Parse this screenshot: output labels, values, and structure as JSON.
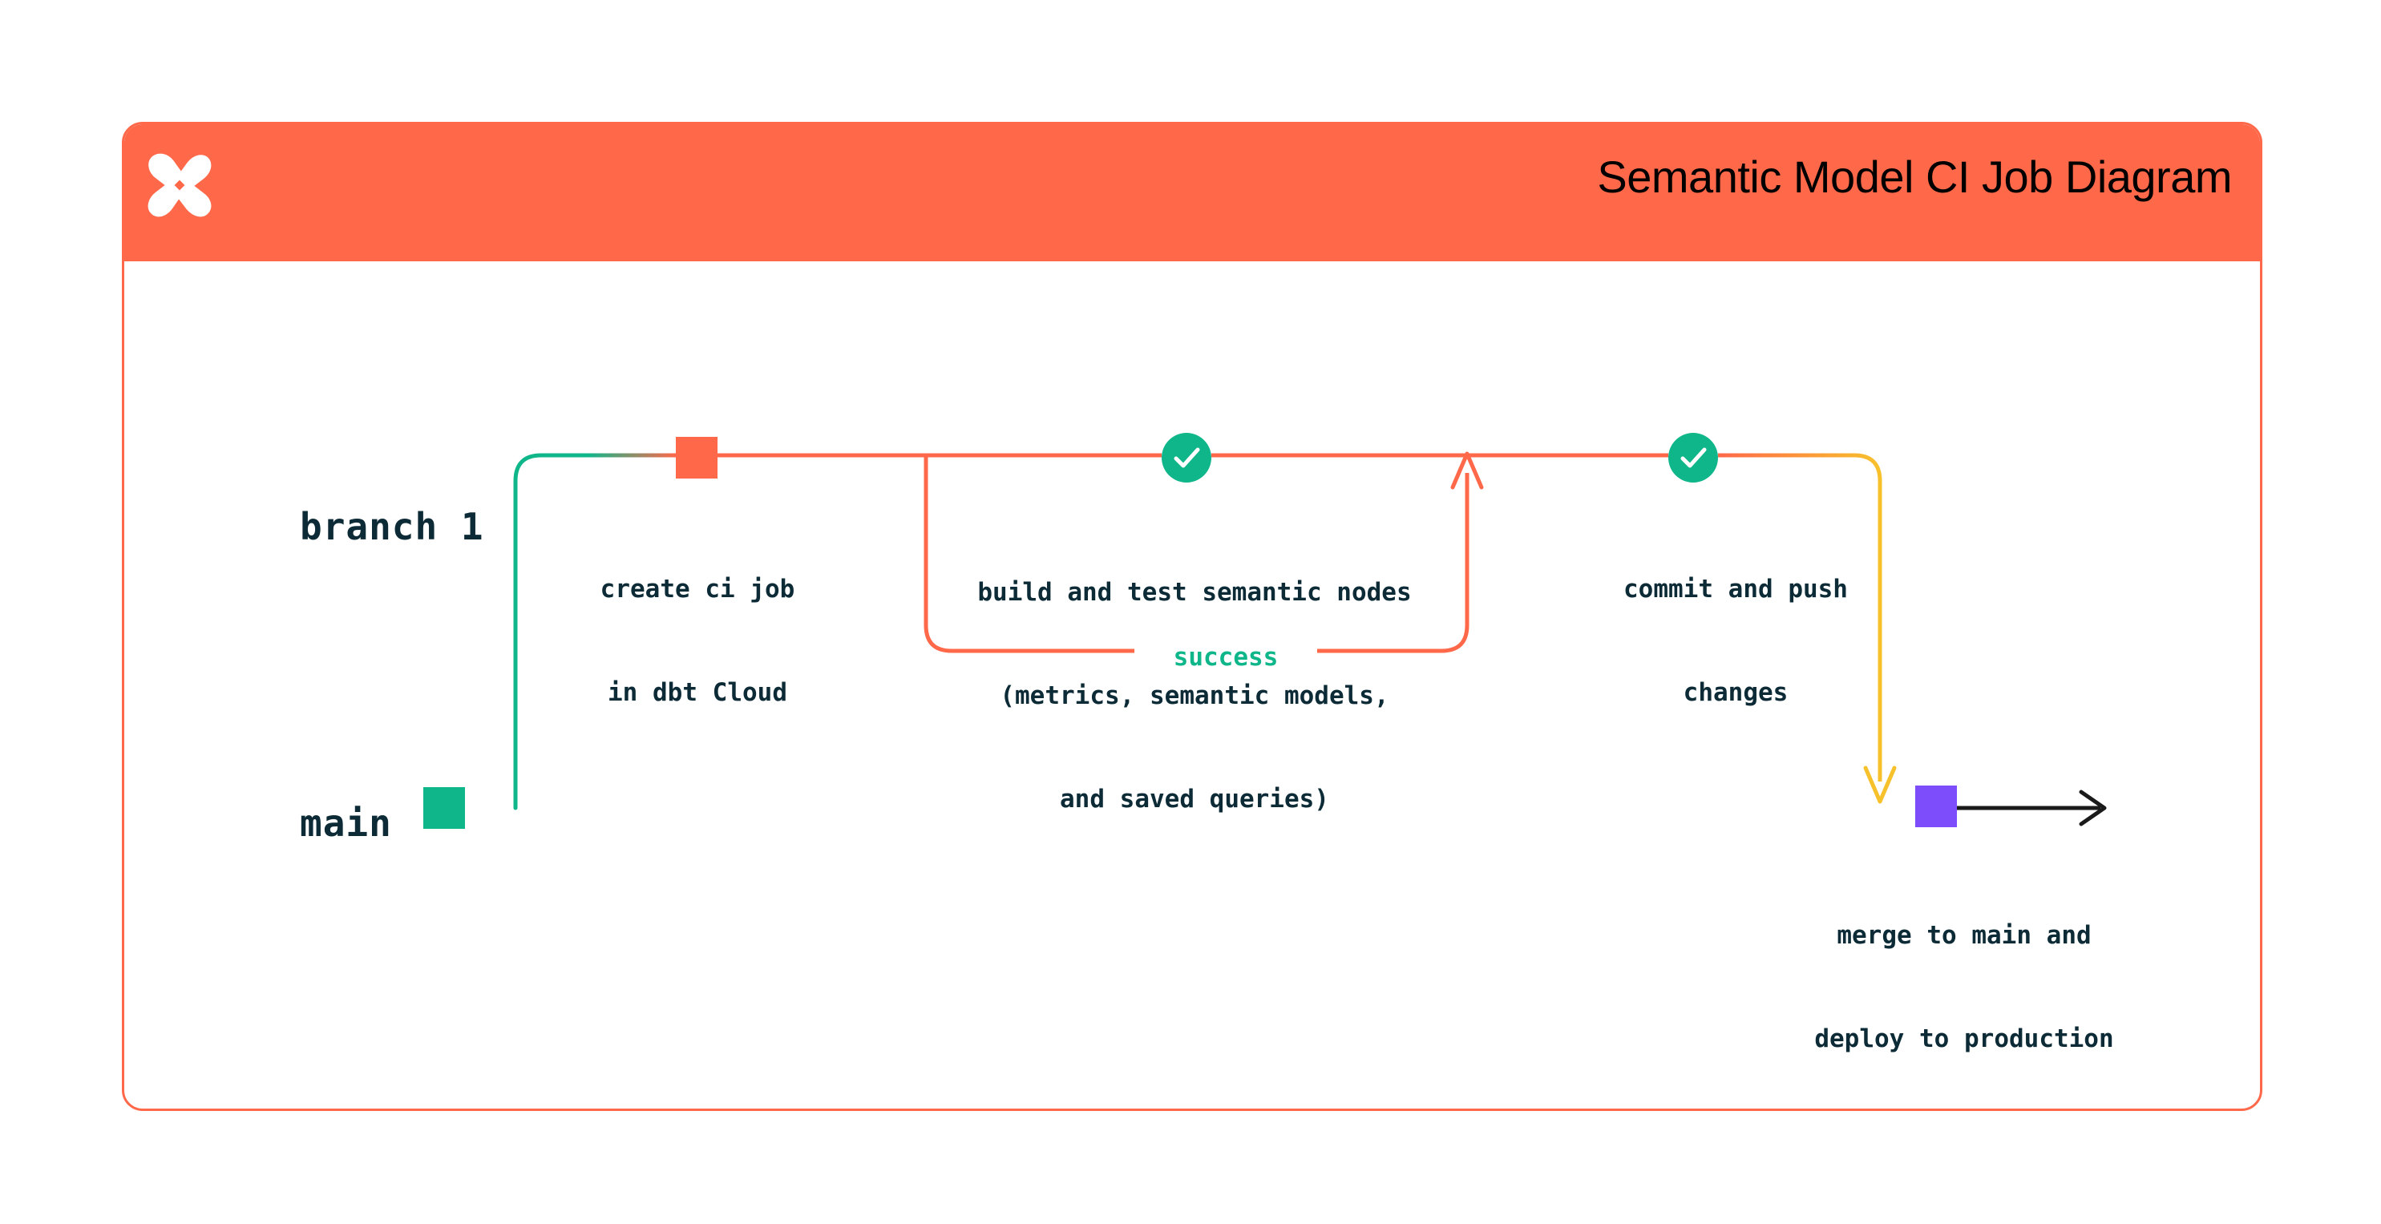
{
  "card": {
    "title": "Semantic Model CI Job Diagram",
    "logo_icon": "dbt-logo-icon",
    "header_color": "#FF6849",
    "border_color": "#FF6849",
    "background_color": "#FFFFFF"
  },
  "colors": {
    "orange": "#FF6849",
    "green": "#0FB68A",
    "yellow": "#F7C12C",
    "purple": "#7D4DFB",
    "navy_text": "#0C2B36",
    "black": "#1A1A1A"
  },
  "lanes": [
    {
      "id": "branch-1",
      "label": "branch 1"
    },
    {
      "id": "main",
      "label": "main"
    }
  ],
  "nodes": [
    {
      "id": "main-start",
      "shape": "square",
      "color": "#0FB68A",
      "lane": "main",
      "label": ""
    },
    {
      "id": "create-ci-job",
      "shape": "square",
      "color": "#FF6849",
      "lane": "branch-1",
      "label_line_1": "create ci job",
      "label_line_2": "in dbt Cloud"
    },
    {
      "id": "build-and-test",
      "shape": "check-circle",
      "color": "#0FB68A",
      "lane": "branch-1",
      "icon": "check-icon",
      "label_line_1": "build and test semantic nodes",
      "label_line_2": "(metrics, semantic models,",
      "label_line_3": "and saved queries)"
    },
    {
      "id": "commit-and-push",
      "shape": "check-circle",
      "color": "#0FB68A",
      "lane": "branch-1",
      "icon": "check-icon",
      "label_line_1": "commit and push",
      "label_line_2": "changes"
    },
    {
      "id": "merge-to-main",
      "shape": "square",
      "color": "#7D4DFB",
      "lane": "main",
      "label_line_1": "merge to main and",
      "label_line_2": "deploy to production"
    }
  ],
  "edges": [
    {
      "id": "branch-out",
      "from": "main",
      "to": "branch-1",
      "style": "gradient-green-orange",
      "label": ""
    },
    {
      "id": "retry-loop",
      "from": "build-and-test",
      "to": "branch-1",
      "style": "orange-loop",
      "label": "success",
      "label_color": "#0FB68A"
    },
    {
      "id": "merge-down",
      "from": "branch-1",
      "to": "main",
      "style": "yellow-arrow",
      "label": ""
    },
    {
      "id": "main-continue",
      "from": "merge-to-main",
      "to": "end",
      "style": "black-arrow",
      "label": ""
    }
  ]
}
